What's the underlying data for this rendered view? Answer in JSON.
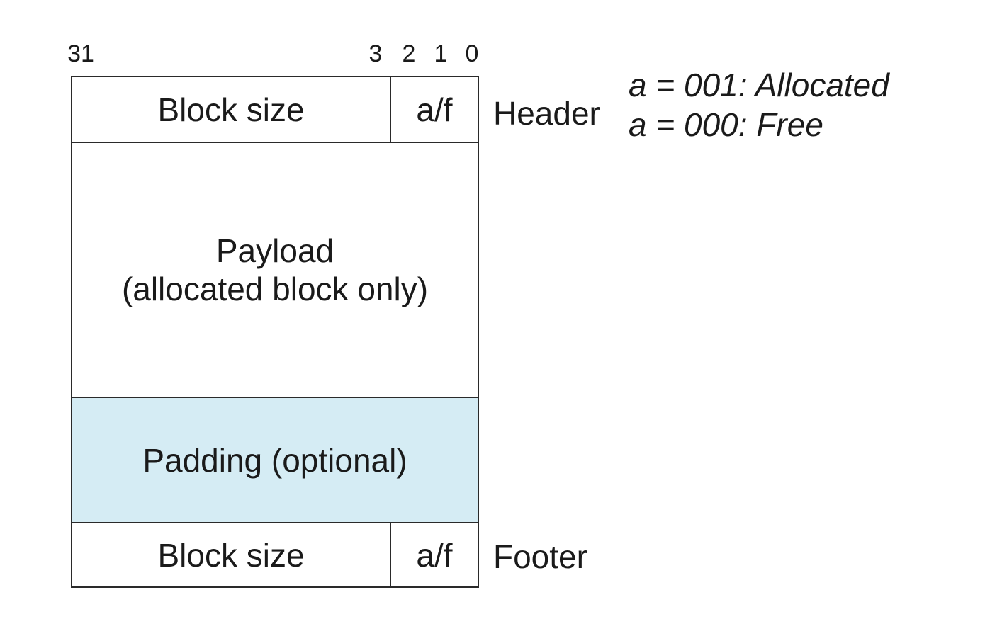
{
  "bit_labels": {
    "high": "31",
    "b3": "3",
    "b2": "2",
    "b1": "1",
    "b0": "0"
  },
  "header": {
    "size_label": "Block size",
    "flag_label": "a/f",
    "side_label": "Header"
  },
  "payload": {
    "line1": "Payload",
    "line2": "(allocated block only)"
  },
  "padding": {
    "label": "Padding (optional)",
    "fill_color": "#d5ecf4"
  },
  "footer": {
    "size_label": "Block size",
    "flag_label": "a/f",
    "side_label": "Footer"
  },
  "legend": {
    "allocated": "a = 001: Allocated",
    "free": "a = 000: Free"
  }
}
